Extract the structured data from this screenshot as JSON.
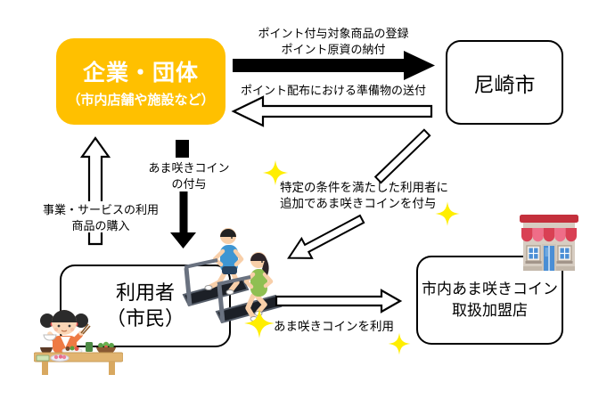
{
  "colors": {
    "company_box": "#FFC000",
    "box_border": "#000000",
    "arrow_black": "#000000",
    "arrow_outline_fill": "#FFFFFF",
    "sparkle": "#FFEE00"
  },
  "nodes": {
    "company": {
      "title": "企業・団体",
      "subtitle": "（市内店舗や施設など）"
    },
    "city": {
      "title": "尼崎市"
    },
    "user": {
      "title": "利用者",
      "subtitle": "（市民）"
    },
    "store": {
      "line1": "市内あま咲きコイン",
      "line2": "取扱加盟店"
    }
  },
  "labels": {
    "register": {
      "line1": "ポイント付与対象商品の登録",
      "line2": "ポイント原資の納付"
    },
    "send_supplies": {
      "line1": "ポイント配布における準備物の送付"
    },
    "grant_coin": {
      "line1": "あま咲きコイン",
      "line2": "の付与"
    },
    "use_services": {
      "line1": "事業・サービスの利用",
      "line2": "商品の購入"
    },
    "bonus_grant": {
      "line1": "特定の条件を満たした利用者に",
      "line2": "追加であま咲きコインを付与"
    },
    "use_coin": {
      "line1": "あま咲きコインを利用"
    }
  },
  "icons": {
    "sparkle": "sparkle-icon",
    "treadmill": "treadmill-runners-illustration",
    "girl": "girl-eating-meal-illustration",
    "storefront": "storefront-illustration"
  }
}
